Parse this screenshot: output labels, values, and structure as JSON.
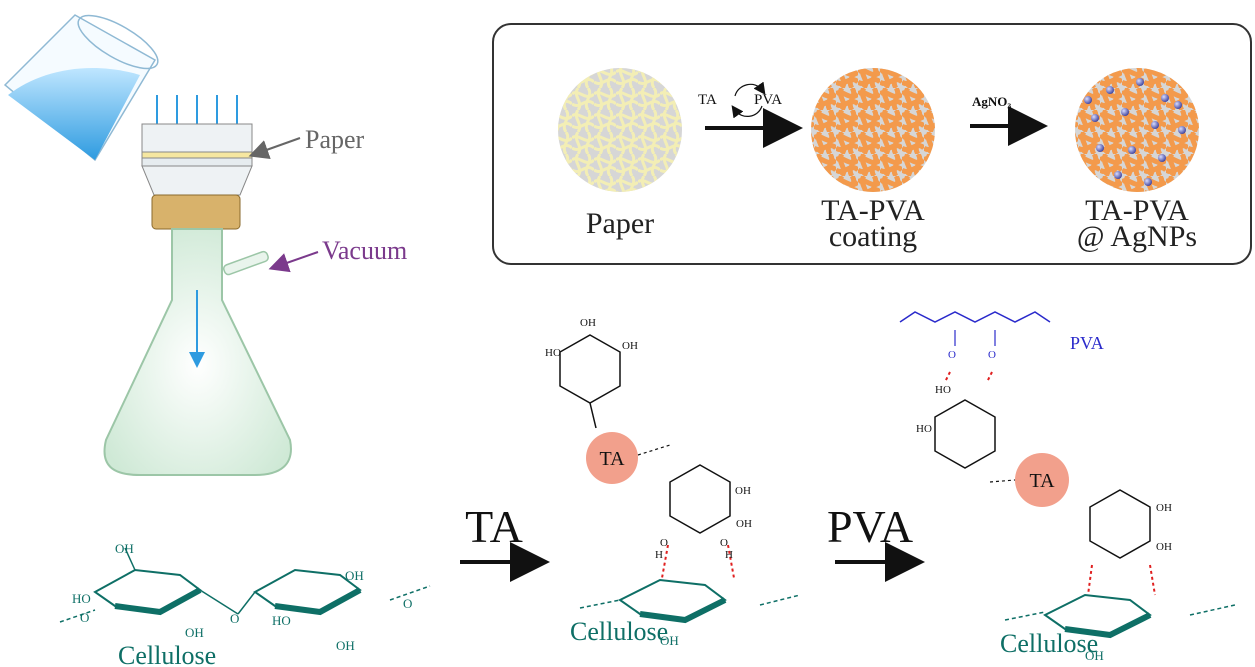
{
  "setup": {
    "paper_label": "Paper",
    "vacuum_label": "Vacuum"
  },
  "scheme_box": {
    "stages": [
      {
        "label": "Paper",
        "label2": ""
      },
      {
        "label": "TA-PVA",
        "label2": "coating"
      },
      {
        "label": "TA-PVA",
        "label2": "@ AgNPs"
      }
    ],
    "step1_left": "TA",
    "step1_right": "PVA",
    "step2": "AgNO₃"
  },
  "molecules": {
    "cellulose": "Cellulose",
    "ta": "TA",
    "pva": "PVA",
    "oh": "OH",
    "ho": "HO",
    "o": "O",
    "h": "H"
  },
  "steps": {
    "ta_arrow": "TA",
    "pva_arrow": "PVA"
  },
  "colors": {
    "ta_ball": "#f2a08c",
    "orange": "#f39a4c",
    "cellulose": "#0e6f66",
    "pva_blue": "#2a2acb",
    "vacuum": "#7b3a8c",
    "water": "#2e9be0",
    "hbond": "#e02020"
  }
}
